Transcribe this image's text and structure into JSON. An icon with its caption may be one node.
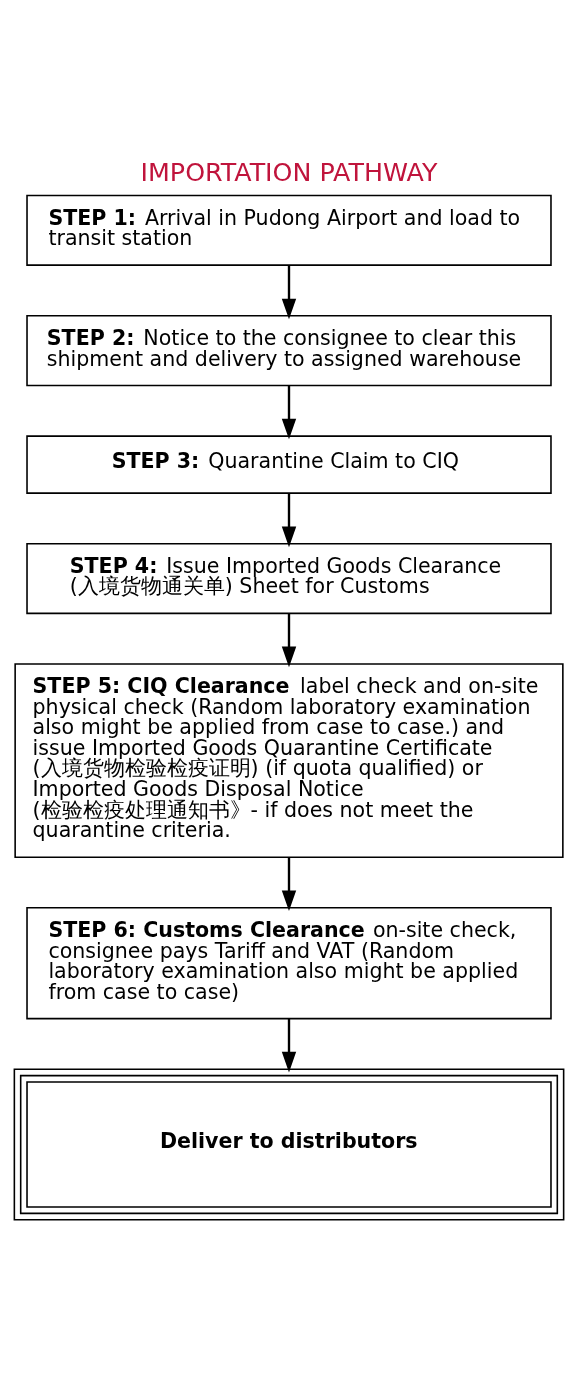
{
  "diagram": {
    "title": "IMPORTATION PATHWAY",
    "nodes": [
      {
        "text": [
          "**STEP 1:** Arrival in Pudong Airport and load to transit station"
        ]
      },
      {
        "text": [
          "**STEP 2:** Notice to the consignee to clear this shipment and delivery to assigned warehouse"
        ]
      },
      {
        "text": [
          "**STEP 3:** Quarantine Claim to CIQ"
        ]
      },
      {
        "text": [
          "**STEP 4:** Issue Imported Goods Clearance (入境货物通关单) Sheet for Customs"
        ]
      },
      {
        "text": [
          "**STEP 5: CIQ Clearance** label check and on-site physical check (Random laboratory examination also might be applied from case to case.) and issue Imported Goods Quarantine Certificate (入境货物检验检疫证明) (if quota qualified) or Imported Goods Disposal Notice (检验检疫处理通知书》- if does not meet the quarantine criteria."
        ]
      },
      {
        "text": [
          "**STEP 6: Customs Clearance** on-site check, consignee pays Tariff and VAT (Random laboratory examination also might be applied from case to case)"
        ]
      },
      {
        "text": [
          "**Deliver to distributors**"
        ]
      }
    ],
    "edges": [
      {
        "from": 0,
        "to": 1,
        "arrow": "to"
      },
      {
        "from": 1,
        "to": 2,
        "arrow": "to"
      },
      {
        "from": 2,
        "to": 3,
        "arrow": "to"
      },
      {
        "from": 3,
        "to": 4,
        "arrow": "to"
      },
      {
        "from": 4,
        "to": 5,
        "arrow": "to"
      },
      {
        "from": 5,
        "to": 6,
        "arrow": "to"
      }
    ]
  }
}
